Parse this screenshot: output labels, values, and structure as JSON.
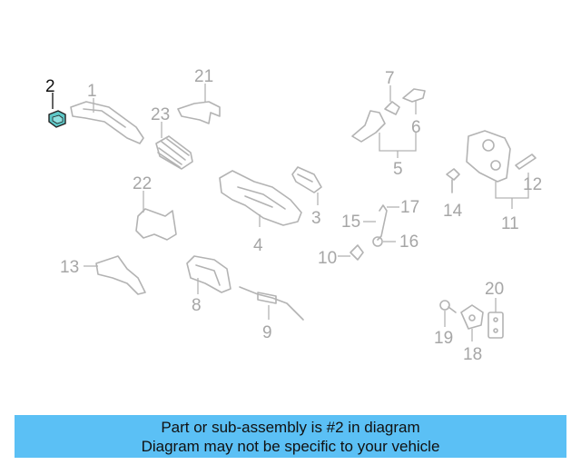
{
  "colors": {
    "banner": "#5bc0f5",
    "highlight_part": "#5ec8c8",
    "line": "#b3b3b3",
    "text_dim": "#a6a6a6",
    "text_dark": "#111111"
  },
  "highlighted_part": "2",
  "callouts": {
    "c1": "1",
    "c2": "2",
    "c3": "3",
    "c4": "4",
    "c5": "5",
    "c6": "6",
    "c7": "7",
    "c8": "8",
    "c9": "9",
    "c10": "10",
    "c11": "11",
    "c12": "12",
    "c13": "13",
    "c14": "14",
    "c15": "15",
    "c16": "16",
    "c17": "17",
    "c18": "18",
    "c19": "19",
    "c20": "20",
    "c21": "21",
    "c22": "22",
    "c23": "23"
  },
  "banner": {
    "line1": "Part or sub-assembly is #2 in diagram",
    "line2": "Diagram may not be specific to your vehicle"
  }
}
